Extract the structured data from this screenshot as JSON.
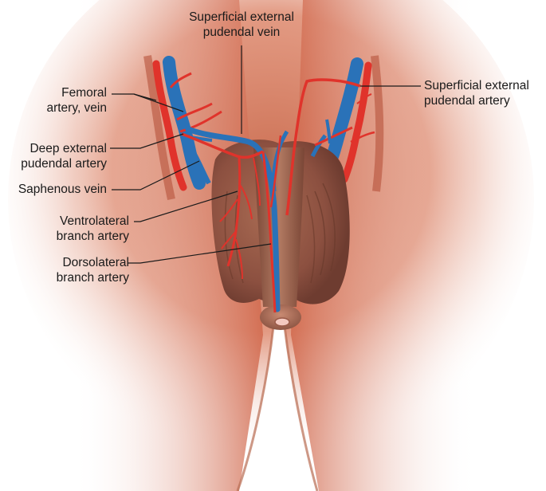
{
  "labels": {
    "superficial_vein": [
      "Superficial external",
      "pudendal vein"
    ],
    "femoral": [
      "Femoral",
      "artery, vein"
    ],
    "deep_external": [
      "Deep external",
      "pudendal artery"
    ],
    "saphenous": [
      "Saphenous vein"
    ],
    "ventrolateral": [
      "Ventrolateral",
      "branch artery"
    ],
    "dorsolateral": [
      "Dorsolateral",
      "branch artery"
    ],
    "superficial_artery": [
      "Superficial external",
      "pudendal artery"
    ]
  },
  "colors": {
    "artery": "#e0332b",
    "vein": "#2a72b8",
    "tissue": "#c9684a",
    "skin_shadow": "#8a4f3b",
    "leader_line": "#1a1a1a"
  }
}
